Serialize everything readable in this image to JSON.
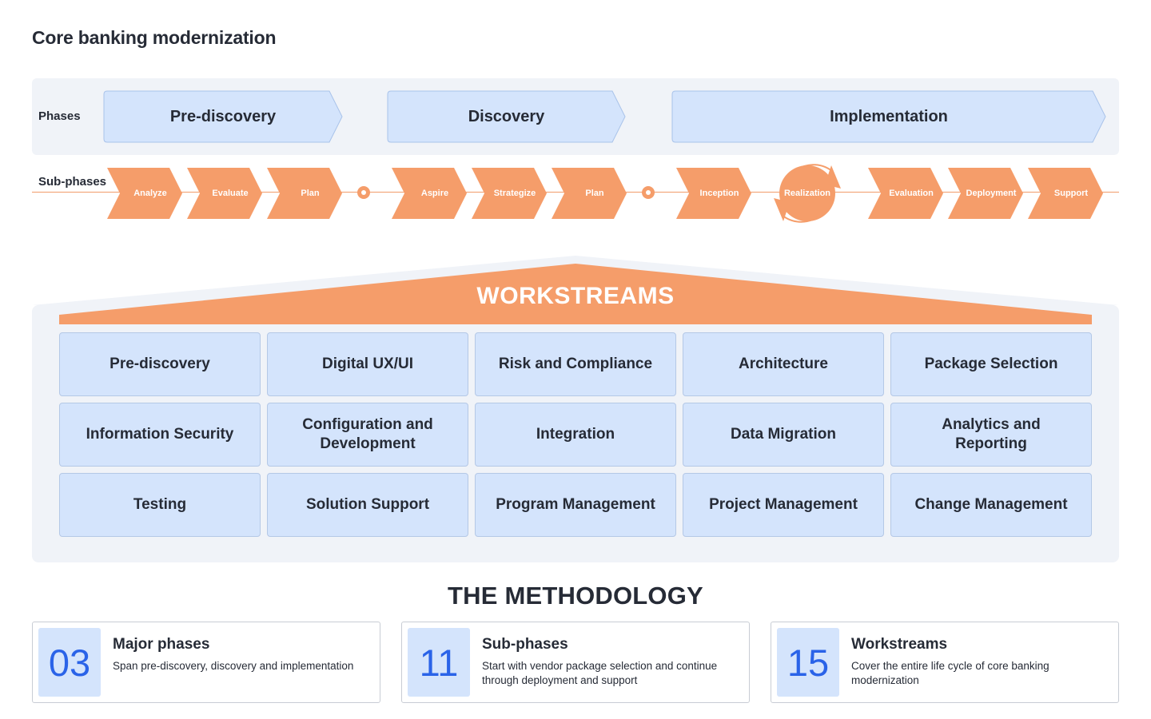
{
  "title": "Core banking modernization",
  "phases": {
    "label": "Phases",
    "items": [
      "Pre-discovery",
      "Discovery",
      "Implementation"
    ]
  },
  "subphases": {
    "label": "Sub-phases",
    "items": [
      "Analyze",
      "Evaluate",
      "Plan",
      "Aspire",
      "Strategize",
      "Plan",
      "Inception",
      "Realization",
      "Evaluation",
      "Deployment",
      "Support"
    ]
  },
  "workstreams": {
    "title": "WORKSTREAMS",
    "items": [
      "Pre-discovery",
      "Digital UX/UI",
      "Risk and Compliance",
      "Architecture",
      "Package Selection",
      "Information Security",
      "Configuration and Development",
      "Integration",
      "Data Migration",
      "Analytics and Reporting",
      "Testing",
      "Solution Support",
      "Program Management",
      "Project Management",
      "Change Management"
    ]
  },
  "methodology": {
    "title": "THE METHODOLOGY",
    "cards": [
      {
        "number": "03",
        "title": "Major phases",
        "description": "Span pre-discovery, discovery and implementation"
      },
      {
        "number": "11",
        "title": "Sub-phases",
        "description": "Start with vendor package selection and continue through deployment and support"
      },
      {
        "number": "15",
        "title": "Workstreams",
        "description": "Cover the entire life cycle of core banking modernization"
      }
    ]
  },
  "colors": {
    "phase_fill": "#d4e4fc",
    "phase_stroke": "#a9c3ea",
    "orange": "#f59d6a",
    "band": "#f0f3f8",
    "number_blue": "#2a63e8"
  }
}
